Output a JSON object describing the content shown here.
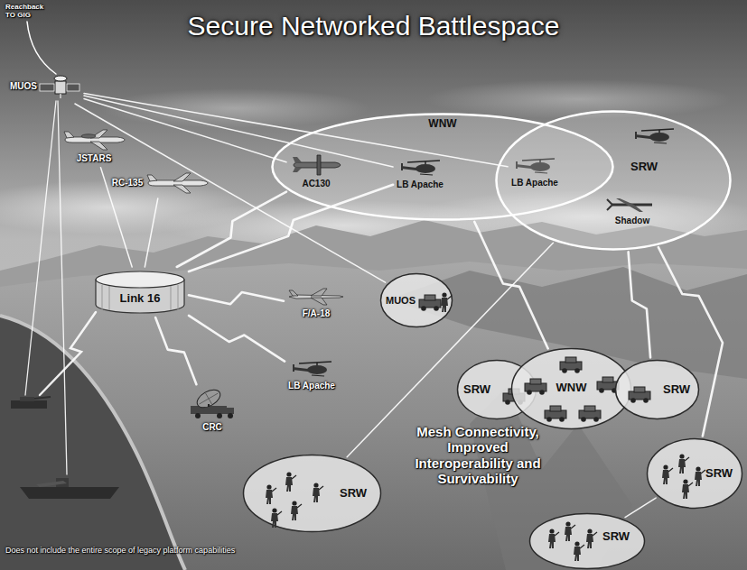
{
  "diagram": {
    "title": "Secure Networked Battlespace",
    "nodes": [
      {
        "text": [
          "MUOS"
        ]
      },
      {
        "text": [
          "JSTARS"
        ]
      },
      {
        "text": [
          "RC-135"
        ]
      },
      {
        "text": [
          "WNW"
        ]
      },
      {
        "text": [
          "AC130"
        ],
        "in": 3
      },
      {
        "text": [
          "LB Apache"
        ],
        "in": 3
      },
      {
        "text": [
          "LB Apache"
        ],
        "in": 3
      },
      {
        "text": [
          "SRW"
        ]
      },
      {
        "text": [
          "Shadow"
        ],
        "in": 7
      },
      {
        "text": [
          "Link 16"
        ]
      },
      {
        "text": [
          "F/A-18"
        ]
      },
      {
        "text": [
          "MUOS"
        ]
      },
      {
        "text": [
          "LB Apache"
        ]
      },
      {
        "text": [
          "CRC"
        ]
      },
      {
        "text": [
          "SRW"
        ]
      },
      {
        "text": [
          "WNW"
        ]
      },
      {
        "text": [
          "SRW"
        ]
      },
      {
        "text": [
          "SRW"
        ]
      },
      {
        "text": [
          "SRW"
        ]
      },
      {
        "text": [
          "SRW"
        ]
      }
    ],
    "edges": [
      {
        "from": 0,
        "to": 4,
        "arrow": "none"
      },
      {
        "from": 0,
        "to": 5,
        "arrow": "none"
      },
      {
        "from": 0,
        "to": 6,
        "arrow": "none"
      },
      {
        "from": 0,
        "to": 11,
        "arrow": "none"
      },
      {
        "from": 9,
        "to": 1,
        "arrow": "none"
      },
      {
        "from": 9,
        "to": 2,
        "arrow": "none"
      },
      {
        "from": 9,
        "to": 4,
        "arrow": "none"
      },
      {
        "from": 9,
        "to": 5,
        "arrow": "none"
      },
      {
        "from": 9,
        "to": 10,
        "arrow": "none"
      },
      {
        "from": 9,
        "to": 12,
        "arrow": "none"
      },
      {
        "from": 9,
        "to": 13,
        "arrow": "none"
      },
      {
        "from": 3,
        "to": 15,
        "arrow": "none"
      },
      {
        "from": 7,
        "to": 17,
        "arrow": "none"
      },
      {
        "from": 7,
        "to": 16,
        "arrow": "none"
      },
      {
        "from": 7,
        "to": 18,
        "arrow": "none"
      },
      {
        "from": 18,
        "to": 19,
        "arrow": "none"
      }
    ],
    "labels": [
      "Reachback TO GIG",
      "Mesh Connectivity, Improved Interoperability and Survivability",
      "Does not include the entire scope of legacy platform capabilities"
    ]
  }
}
